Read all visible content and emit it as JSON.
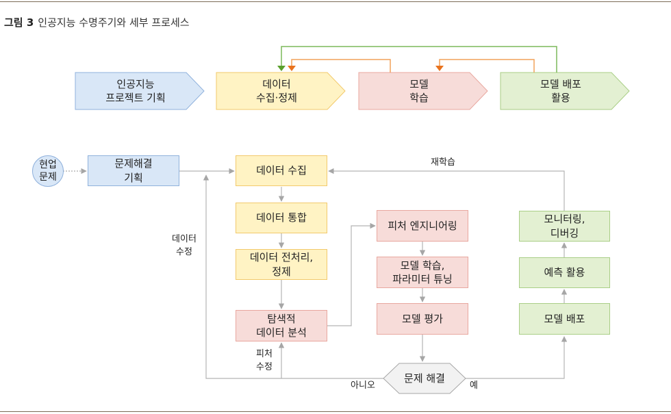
{
  "caption": {
    "number": "그림 3",
    "title": "인공지능 수명주기와 세부 프로세스"
  },
  "top_row": [
    {
      "id": "planning",
      "label": "인공지능\n프로젝트 기획"
    },
    {
      "id": "data",
      "label": "데이터\n수집·정제"
    },
    {
      "id": "model",
      "label": "모델\n학습"
    },
    {
      "id": "deploy",
      "label": "모델 배포\n활용"
    }
  ],
  "flow": {
    "start": "현업\n문제",
    "planning": "문제해결\n기획",
    "data_collect": "데이터 수집",
    "data_integrate": "데이터 통합",
    "data_preprocess": "데이터 전처리,\n정제",
    "eda": "탐색적\n데이터 분석",
    "feature_eng": "피처 엔지니어링",
    "train_tune": "모델 학습,\n파라미터 튜닝",
    "evaluate": "모델 평가",
    "decision": "문제 해결",
    "deploy": "모델 배포",
    "predict_use": "예측 활용",
    "monitor": "모니터링,\n디버깅"
  },
  "edge_labels": {
    "retrain": "재학습",
    "data_fix": "데이터\n수정",
    "feature_fix": "피처\n수정",
    "no": "아니오",
    "yes": "예"
  },
  "colors": {
    "green_line": "#7cb85a",
    "orange_line": "#f2a25a",
    "gray_line": "#b3b3b3",
    "green_arrow": "#5aa02c",
    "orange_arrow": "#e9731e"
  }
}
